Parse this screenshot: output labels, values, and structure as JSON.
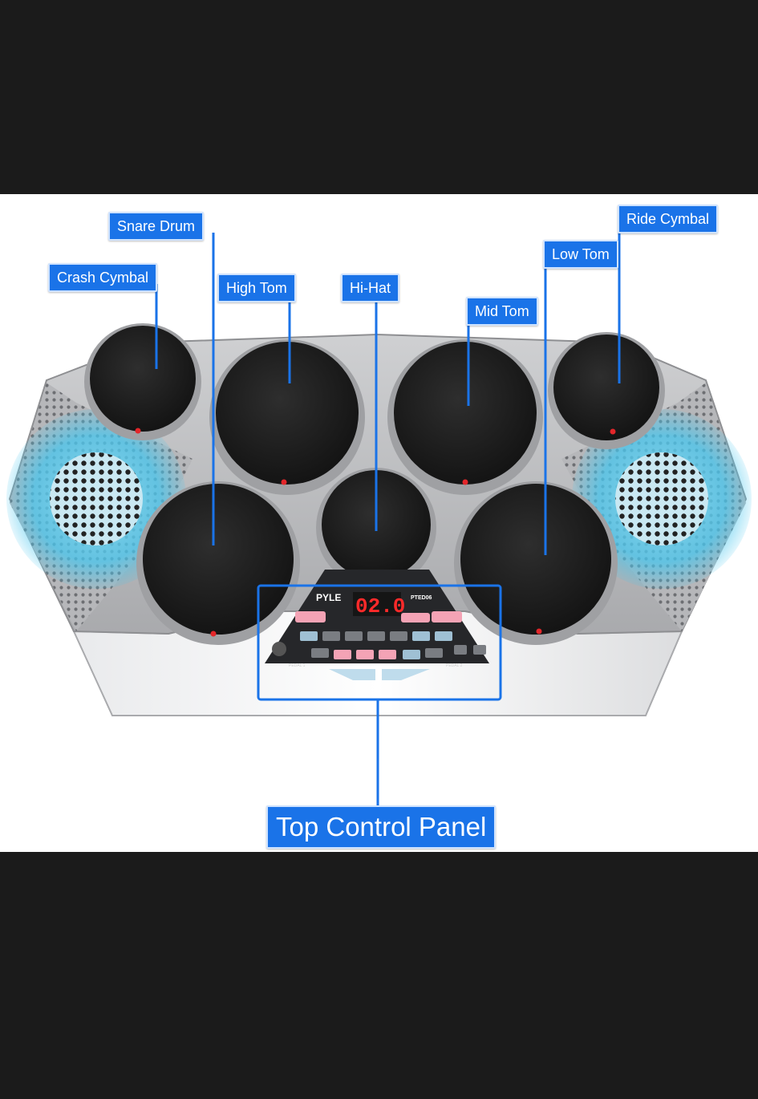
{
  "labels": {
    "crash_cymbal": "Crash Cymbal",
    "snare_drum": "Snare Drum",
    "high_tom": "High Tom",
    "hi_hat": "Hi-Hat",
    "mid_tom": "Mid Tom",
    "low_tom": "Low Tom",
    "ride_cymbal": "Ride Cymbal",
    "top_control_panel": "Top Control Panel"
  },
  "device": {
    "brand": "PYLE",
    "model": "PTED06",
    "display_value": "02.0",
    "pedal_1": "PEDAL 1",
    "pedal_2": "PEDAL 2"
  },
  "colors": {
    "callout_blue": "#1a73e8",
    "pad_black": "#1c1c1c",
    "shell_silver": "#bfc0c2",
    "speaker_glow": "#47c6ee",
    "led_red": "#e3262a"
  }
}
